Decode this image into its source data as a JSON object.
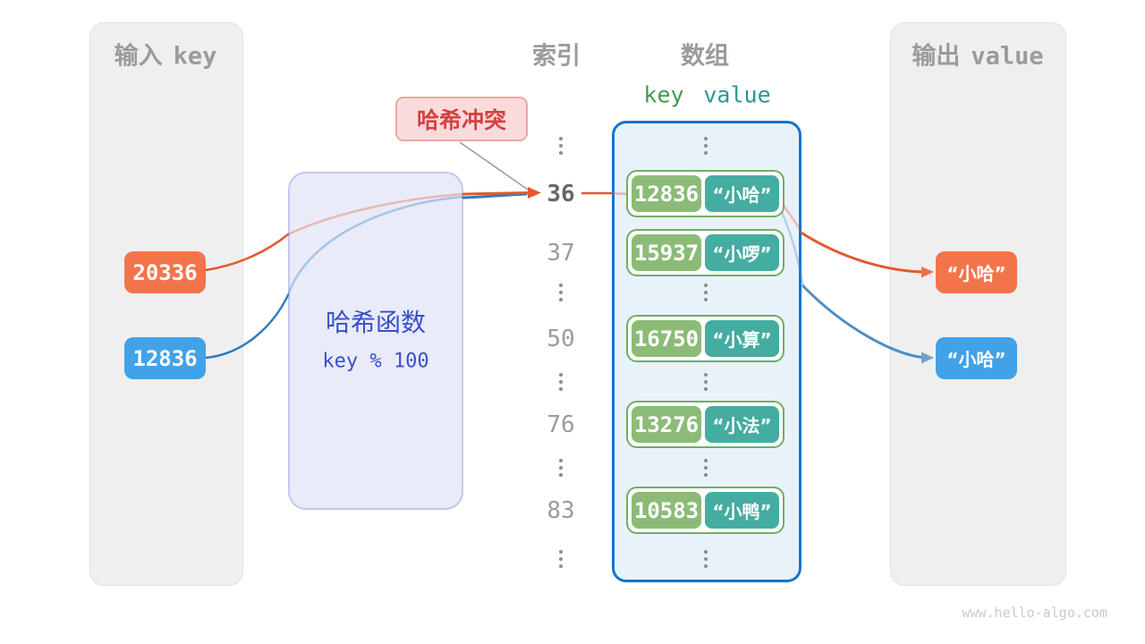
{
  "input_panel": {
    "title_zh": "输入",
    "title_en": "key",
    "items": [
      {
        "label": "20336",
        "color": "#f3744b"
      },
      {
        "label": "12836",
        "color": "#41a2e8"
      }
    ]
  },
  "output_panel": {
    "title_zh": "输出",
    "title_en": "value",
    "items": [
      {
        "label": "“小哈”",
        "color": "#f3744b"
      },
      {
        "label": "“小哈”",
        "color": "#41a2e8"
      }
    ]
  },
  "hash_function": {
    "name": "哈希函数",
    "formula": "key % 100"
  },
  "collision": {
    "label": "哈希冲突"
  },
  "columns": {
    "index_header": "索引",
    "array_header": "数组",
    "key_header": "key",
    "value_header": "value"
  },
  "index_values": [
    {
      "label": "36",
      "highlight": true
    },
    {
      "label": "37",
      "highlight": false
    },
    {
      "label": "50",
      "highlight": false
    },
    {
      "label": "76",
      "highlight": false
    },
    {
      "label": "83",
      "highlight": false
    }
  ],
  "array_rows": [
    {
      "key": "12836",
      "value": "“小哈”"
    },
    {
      "key": "15937",
      "value": "“小啰”"
    },
    {
      "key": "16750",
      "value": "“小算”"
    },
    {
      "key": "13276",
      "value": "“小法”"
    },
    {
      "key": "10583",
      "value": "“小鸭”"
    }
  ],
  "icons": {
    "ellipsis": "vertical-ellipsis-icon"
  },
  "watermark": "www.hello-algo.com",
  "colors": {
    "orange": "#f3744b",
    "blue": "#41a2e8",
    "arrow_orange": "#e4582c",
    "arrow_blue": "#2b7dc0",
    "arrow_steel_blue": "#4e8ec6",
    "key_green": "#8cbb77",
    "value_teal": "#45aca2",
    "pair_border_green": "#6fae5e",
    "array_border_blue": "#1475cb",
    "hash_box_bg": "#e9ebf9",
    "hash_text_indigo": "#3a4fc5",
    "collision_red": "#d64040",
    "panel_gray": "#efefef"
  }
}
